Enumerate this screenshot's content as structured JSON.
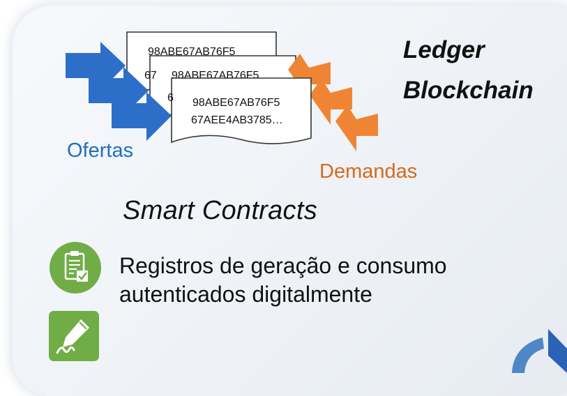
{
  "ledger": {
    "line1": "Ledger",
    "line2": "Blockchain"
  },
  "documents": {
    "back_line1": "98ABE67AB76F5",
    "middle_line1": "98ABE67AB76F5",
    "middle_fragment": "67",
    "front_line1": "98ABE67AB76F5",
    "front_line2": "67AEE4AB3785…",
    "front_fragment": "6"
  },
  "labels": {
    "ofertas": "Ofertas",
    "demandas": "Demandas"
  },
  "smart_contracts": "Smart Contracts",
  "description": "Registros de geração e consumo autenticados digitalmente",
  "colors": {
    "offers_arrow": "#2d6fc8",
    "demands_arrow": "#ef8534",
    "icon_green": "#70ad47"
  },
  "icons": [
    "checklist-icon",
    "signature-icon"
  ]
}
